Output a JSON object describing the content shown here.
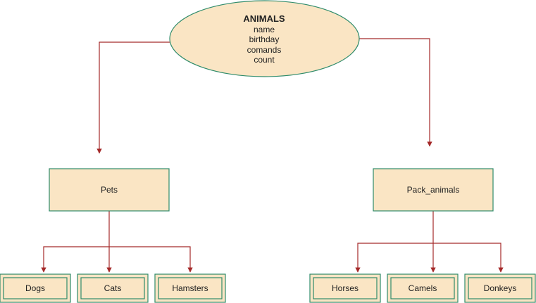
{
  "colors": {
    "fill": "#fae5c4",
    "border": "#2e8b6a",
    "arrow": "#a52a2a",
    "text": "#222222"
  },
  "root": {
    "title": "ANIMALS",
    "attributes": [
      "name",
      "birthday",
      "comands",
      "count"
    ]
  },
  "groups": [
    {
      "label": "Pets",
      "children": [
        "Dogs",
        "Cats",
        "Hamsters"
      ]
    },
    {
      "label": "Pack_animals",
      "children": [
        "Horses",
        "Camels",
        "Donkeys"
      ]
    }
  ]
}
